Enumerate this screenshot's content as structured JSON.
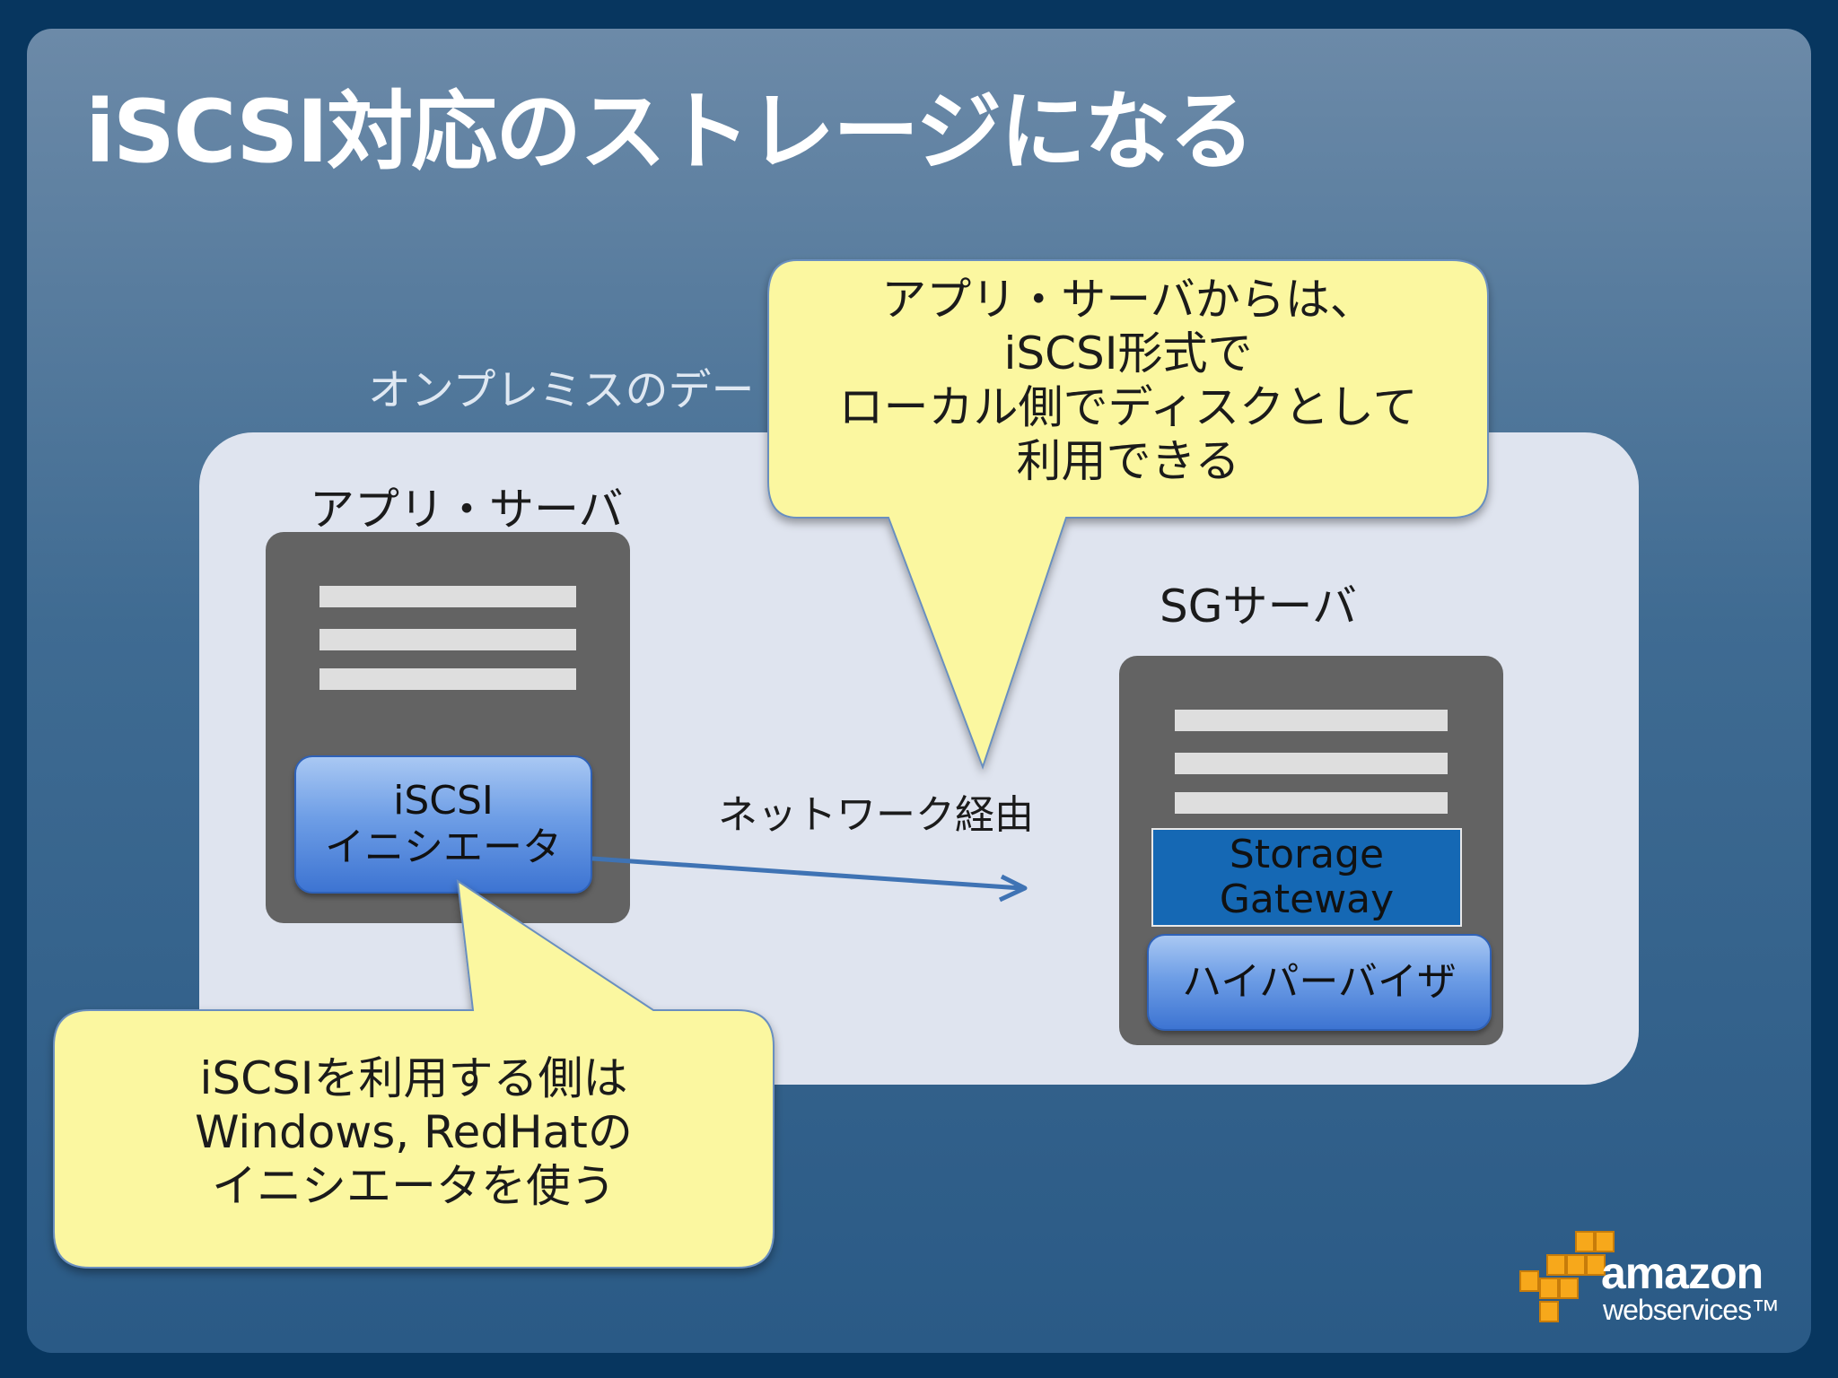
{
  "title": "iSCSI対応のストレージになる",
  "datacenter_label": "オンプレミスのデー",
  "app_server": {
    "label": "アプリ・サーバ",
    "initiator_line1": "iSCSI",
    "initiator_line2": "イニシエータ"
  },
  "sg_server": {
    "label": "SGサーバ",
    "gateway_line1": "Storage",
    "gateway_line2": "Gateway",
    "hypervisor": "ハイパーバイザ"
  },
  "network_label": "ネットワーク経由",
  "callout_top": {
    "line1": "アプリ・サーバからは、",
    "line2": "iSCSI形式で",
    "line3": "ローカル側でディスクとして",
    "line4": "利用できる"
  },
  "callout_bottom": {
    "line1": "iSCSIを利用する側は",
    "line2": "Windows, RedHatの",
    "line3": "イニシエータを使う"
  },
  "logo": {
    "line1": "amazon",
    "line2": "webservices™"
  },
  "colors": {
    "callout_fill": "#fbf7a0",
    "server_gray": "#636363",
    "gateway_blue": "#1568b4",
    "arrow_blue": "#3f73b4"
  }
}
